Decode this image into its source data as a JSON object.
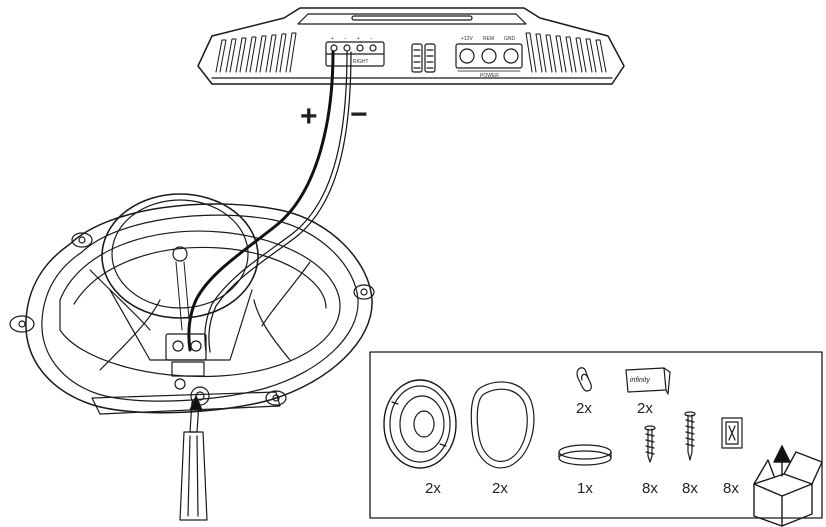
{
  "amplifier": {
    "terminal_labels": [
      "+",
      "−",
      "+",
      "−"
    ],
    "terminal_caption": "RIGHT",
    "power_labels": [
      "+12V",
      "REM",
      "GND"
    ],
    "power_caption": "POWER"
  },
  "wiring": {
    "positive_sign": "+",
    "negative_sign": "−"
  },
  "parts": {
    "quantities": [
      "2x",
      "2x",
      "1x",
      "8x",
      "8x",
      "8x",
      "2x",
      "2x"
    ],
    "badge_text": "infinity"
  }
}
